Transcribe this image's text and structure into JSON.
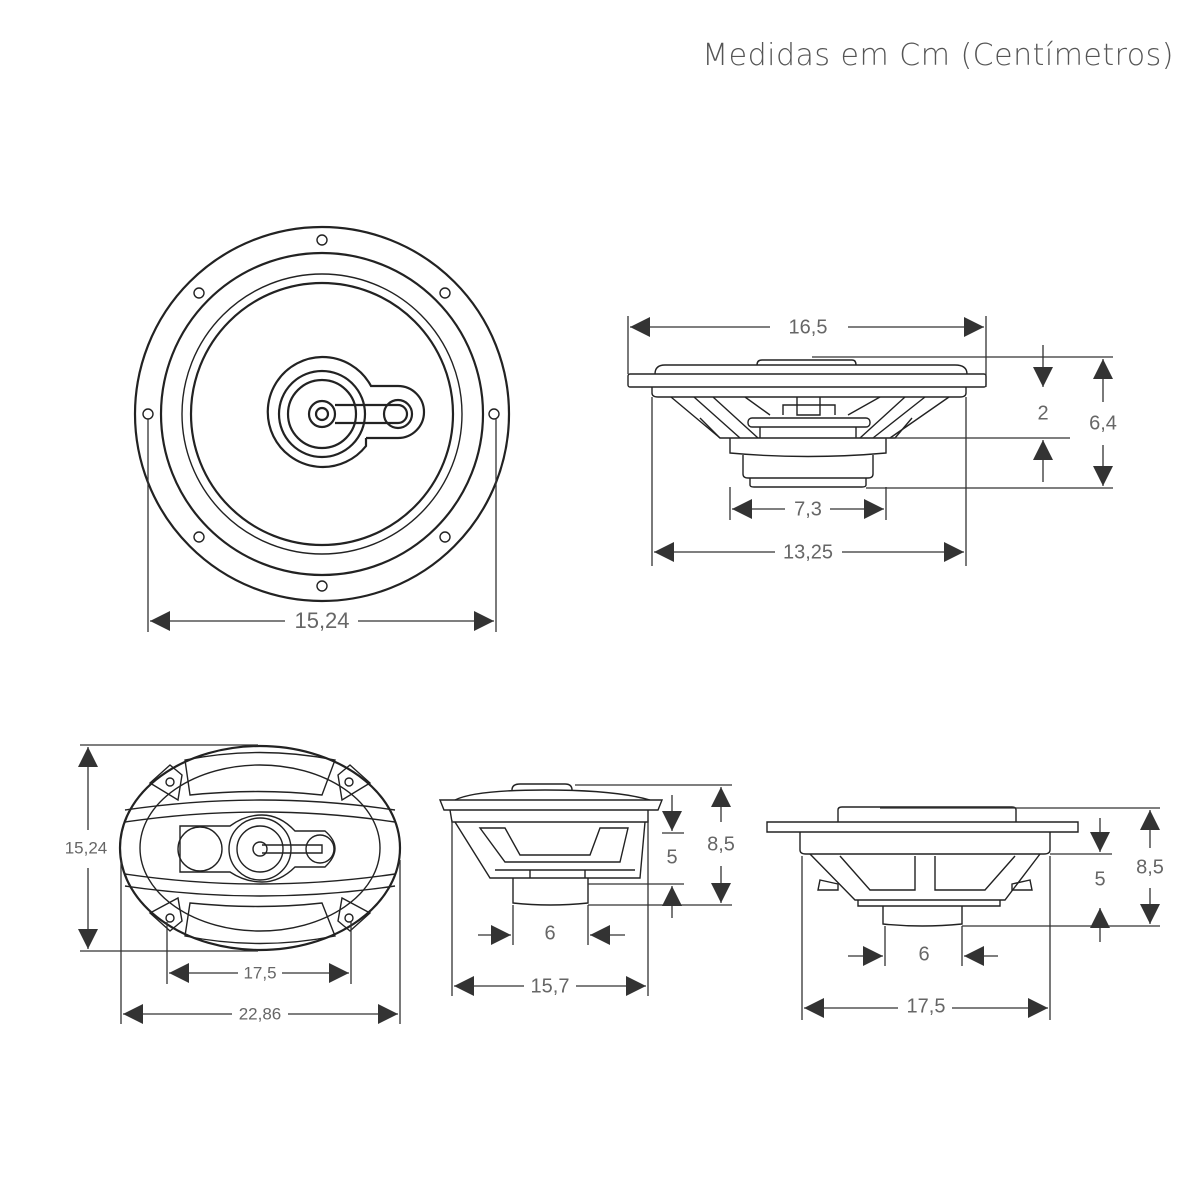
{
  "title": "Medidas em Cm (Centímetros)",
  "round_front": {
    "width": "15,24"
  },
  "round_side": {
    "flange_width": "16,5",
    "mount_depth": "2",
    "total_depth": "6,4",
    "magnet_width": "7,3",
    "cutout_width": "13,25"
  },
  "oval_front": {
    "height": "15,24",
    "hole_spacing": "17,5",
    "width": "22,86"
  },
  "oval_side_short": {
    "total_depth": "8,5",
    "mount_depth": "5",
    "magnet_width": "6",
    "cutout_width": "15,7"
  },
  "oval_side_long": {
    "total_depth": "8,5",
    "mount_depth": "5",
    "magnet_width": "6",
    "cutout_width": "17,5"
  }
}
